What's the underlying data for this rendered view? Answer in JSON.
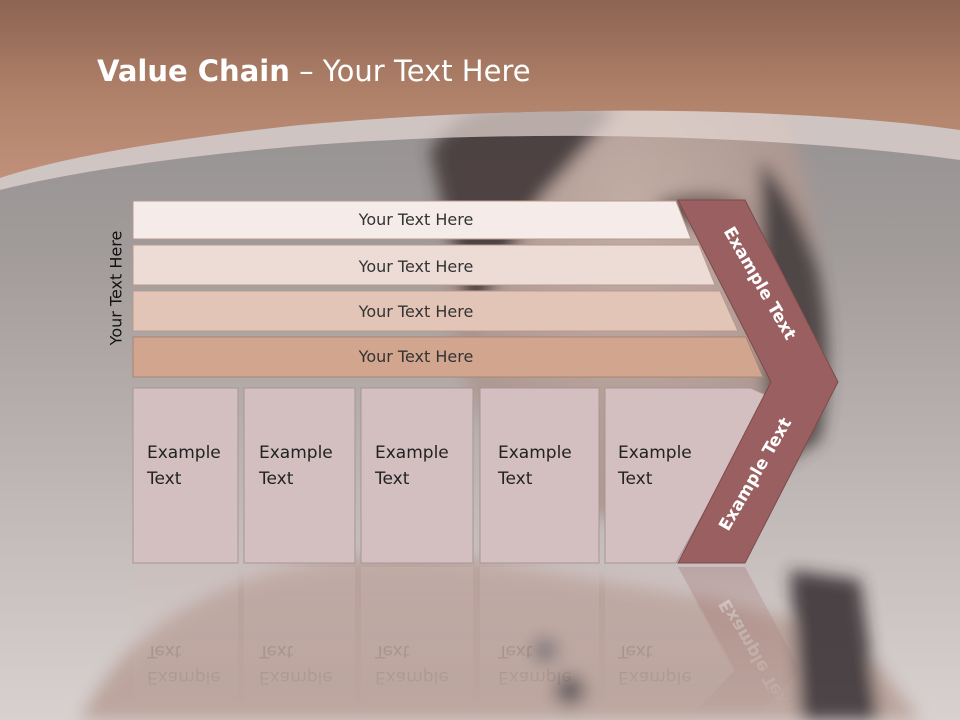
{
  "slide": {
    "title_bold": "Value Chain",
    "title_rest": " – Your Text Here",
    "side_label": "Your Text Here"
  },
  "bands": [
    {
      "label": "Your Text Here",
      "color": "#f5ecea"
    },
    {
      "label": "Your Text Here",
      "color": "#eddcd6"
    },
    {
      "label": "Your Text Here",
      "color": "#e3c5b7"
    },
    {
      "label": "Your Text Here",
      "color": "#d2a58e"
    }
  ],
  "columns": [
    {
      "line1": "Example",
      "line2": "Text"
    },
    {
      "line1": "Example",
      "line2": "Text"
    },
    {
      "line1": "Example",
      "line2": "Text"
    },
    {
      "line1": "Example",
      "line2": "Text"
    },
    {
      "line1": "Example",
      "line2": "Text"
    }
  ],
  "chevron": {
    "top_label": "Example Text",
    "bottom_label": "Example Text",
    "color": "#9a5f60"
  },
  "colors": {
    "header": "#b68268",
    "column_fill": "#d3bfc0"
  }
}
